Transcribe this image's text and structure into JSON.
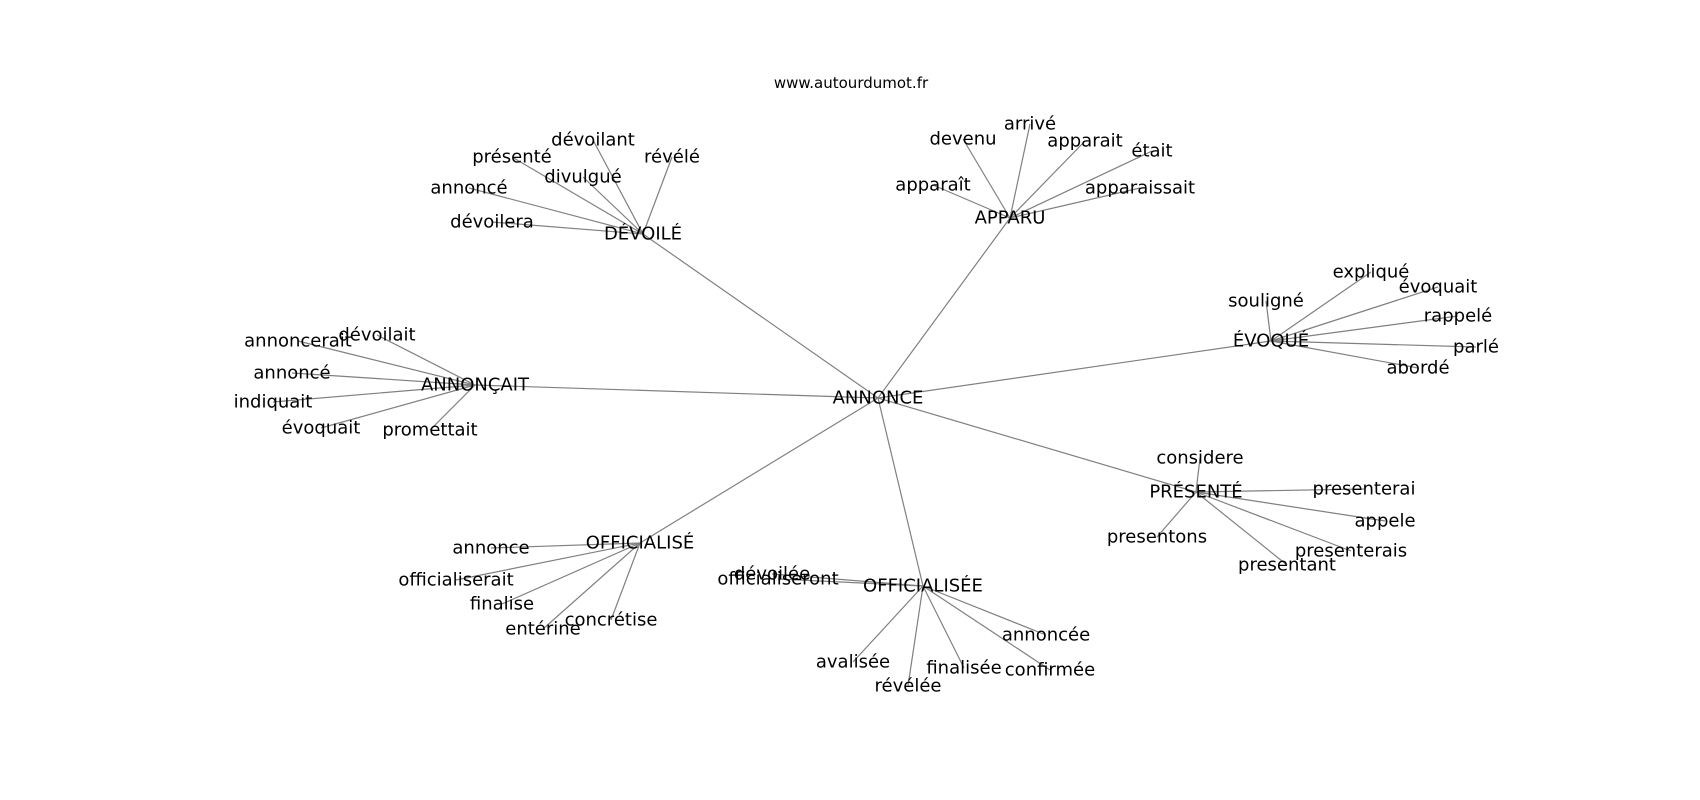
{
  "source": "www.autourdumot.fr",
  "center": "ANNONCE",
  "clusters": [
    {
      "hub": "DÉVOILÉ",
      "leaves": [
        "dévoilant",
        "révélé",
        "présenté",
        "divulgué",
        "annoncé",
        "dévoilera"
      ]
    },
    {
      "hub": "APPARU",
      "leaves": [
        "arrivé",
        "devenu",
        "apparait",
        "était",
        "apparaît",
        "apparaissait"
      ]
    },
    {
      "hub": "ÉVOQUÉ",
      "leaves": [
        "expliqué",
        "évoquait",
        "souligné",
        "rappelé",
        "parlé",
        "abordé"
      ]
    },
    {
      "hub": "ANNONÇAIT",
      "leaves": [
        "dévoilait",
        "annoncerait",
        "annoncé",
        "indiquait",
        "évoquait",
        "promettait"
      ]
    },
    {
      "hub": "PRÉSENTÉ",
      "leaves": [
        "considere",
        "presenterai",
        "appele",
        "presentons",
        "presenterais",
        "presentant"
      ]
    },
    {
      "hub": "OFFICIALISÉ",
      "leaves": [
        "annonce",
        "officialiserait",
        "finalise",
        "concrétise",
        "entérine"
      ]
    },
    {
      "hub": "OFFICIALISÉE",
      "leaves": [
        "dévoilée",
        "officialiseront",
        "annoncée",
        "avalisée",
        "finalisée",
        "confirmée",
        "révélée"
      ]
    }
  ]
}
